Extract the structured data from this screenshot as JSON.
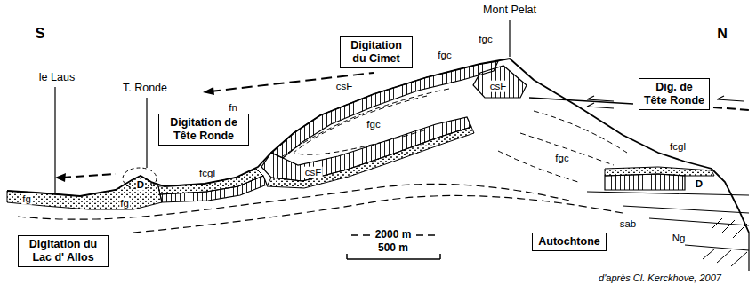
{
  "diagram": {
    "nodes": [
      {
        "text": [
          "Digitation du Cimet"
        ]
      },
      {
        "text": [
          "Dig. de Tête Ronde"
        ]
      },
      {
        "text": [
          "Digitation de Tête Ronde"
        ]
      },
      {
        "text": [
          "Digitation du Lac d' Allos"
        ]
      },
      {
        "text": [
          "Autochtone"
        ]
      }
    ],
    "labels": [
      "S",
      "le Laus",
      "T. Ronde",
      "Mont Pelat",
      "N",
      "fgc",
      "fgc",
      "csF",
      "fn",
      "csF",
      "fgc",
      "fgc",
      "fcgl",
      "D",
      "fcgl",
      "csF",
      "D",
      "fg",
      "fg",
      "sab",
      "Ng",
      "2000 m",
      "500 m",
      "d'après Cl. Kerckhove, 2007"
    ]
  }
}
